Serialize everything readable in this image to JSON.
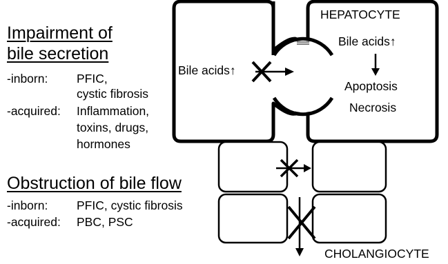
{
  "left_panel": {
    "impairment": {
      "heading_line1": "Impairment of",
      "heading_line2": "bile secretion",
      "inborn_label": "-inborn:",
      "inborn_value_line1": "PFIC,",
      "inborn_value_line2": "cystic fibrosis",
      "acquired_label": "-acquired:",
      "acquired_value_line1": "Inflammation,",
      "acquired_value_line2": "toxins, drugs,",
      "acquired_value_line3": "hormones"
    },
    "obstruction": {
      "heading": "Obstruction of bile flow",
      "inborn_label": "-inborn:",
      "inborn_value": "PFIC, cystic fibrosis",
      "acquired_label": "-acquired:",
      "acquired_value": "PBC, PSC"
    }
  },
  "diagram": {
    "hepatocyte_label": "HEPATOCYTE",
    "bile_acids_right": "Bile acids",
    "up_arrow_glyph": "↑",
    "down_arrow_glyph": "↓",
    "apoptosis_label": "Apoptosis",
    "necrosis_label": "Necrosis",
    "bile_acids_left": "Bile acids",
    "cholangiocyte_label": "CHOLANGIOCYTE"
  }
}
